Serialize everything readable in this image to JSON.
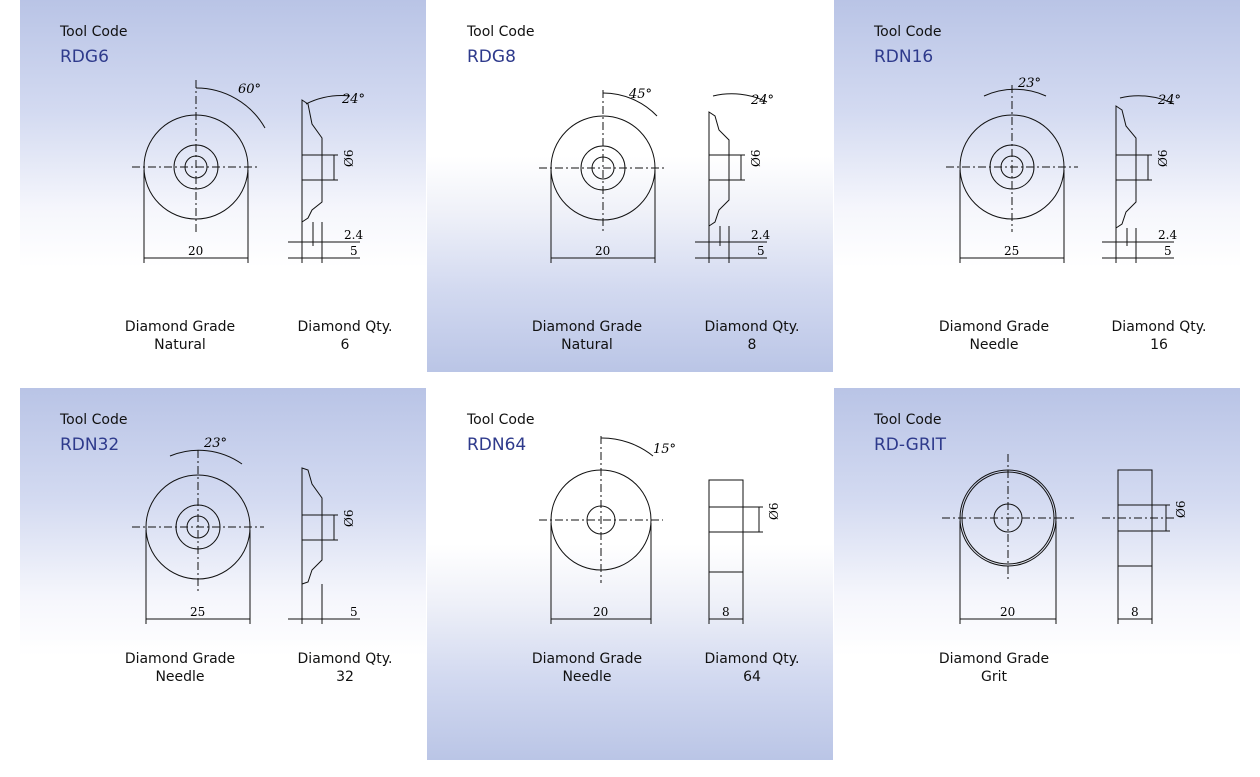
{
  "labels": {
    "tool_code": "Tool Code",
    "diamond_grade": "Diamond Grade",
    "diamond_qty": "Diamond Qty."
  },
  "colors": {
    "code_text": "#2e3a8c",
    "panel_tint": "#b9c4e6",
    "line": "#111111"
  },
  "tools": [
    {
      "code": "RDG6",
      "grade": "Natural",
      "qty": "6",
      "dims": {
        "angle_front": "60°",
        "angle_side": "24°",
        "bore": "Ø6",
        "diameter": "20",
        "t1": "2.4",
        "t2": "5"
      }
    },
    {
      "code": "RDG8",
      "grade": "Natural",
      "qty": "8",
      "dims": {
        "angle_front": "45°",
        "angle_side": "24°",
        "bore": "Ø6",
        "diameter": "20",
        "t1": "2.4",
        "t2": "5"
      }
    },
    {
      "code": "RDN16",
      "grade": "Needle",
      "qty": "16",
      "dims": {
        "angle_front": "23°",
        "angle_side": "24°",
        "bore": "Ø6",
        "diameter": "25",
        "t1": "2.4",
        "t2": "5"
      }
    },
    {
      "code": "RDN32",
      "grade": "Needle",
      "qty": "32",
      "dims": {
        "angle_front": "23°",
        "bore": "Ø6",
        "diameter": "25",
        "t2": "5"
      }
    },
    {
      "code": "RDN64",
      "grade": "Needle",
      "qty": "64",
      "dims": {
        "angle_front": "15°",
        "bore": "Ø6",
        "diameter": "20",
        "width": "8"
      }
    },
    {
      "code": "RD-GRIT",
      "grade": "Grit",
      "qty": "",
      "dims": {
        "bore": "Ø6",
        "diameter": "20",
        "width": "8"
      }
    }
  ]
}
